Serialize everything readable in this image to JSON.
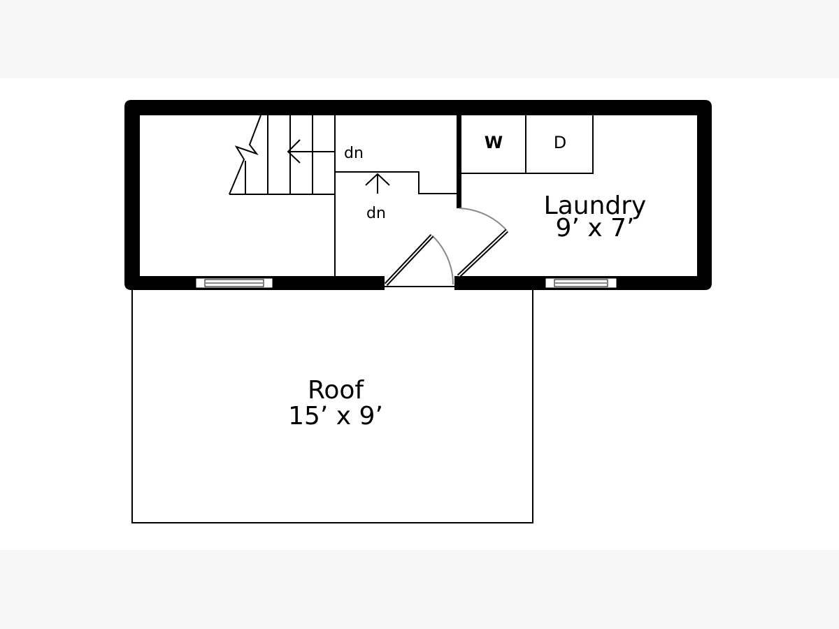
{
  "plan": {
    "stairs": {
      "label_upper": "dn",
      "label_lower": "dn"
    },
    "laundry": {
      "name": "Laundry",
      "dimensions": "9’ x 7’",
      "washer": "W",
      "dryer": "D"
    },
    "roof": {
      "name": "Roof",
      "dimensions": "15’ x 9’"
    }
  },
  "colors": {
    "wall": "#000000",
    "door_swing": "#888888",
    "background_band": "#f6f6f6"
  }
}
